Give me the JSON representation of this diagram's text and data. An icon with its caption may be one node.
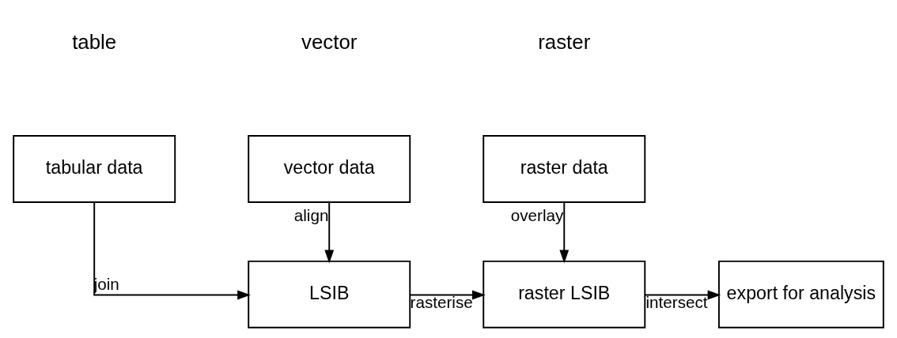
{
  "diagram": {
    "nodes": [
      {
        "text": [
          "tabular data"
        ]
      },
      {
        "text": [
          "vector data"
        ]
      },
      {
        "text": [
          "raster data"
        ]
      },
      {
        "text": [
          "export for analysis"
        ]
      },
      {
        "text": [
          "LSIB"
        ]
      },
      {
        "text": [
          "raster LSIB"
        ]
      }
    ],
    "edges": [
      {
        "from": 0,
        "to": 4,
        "arrow": "to",
        "label": "join"
      },
      {
        "from": 1,
        "to": 4,
        "arrow": "to",
        "label": "align"
      },
      {
        "from": 2,
        "to": 5,
        "arrow": "to",
        "label": "overlay"
      },
      {
        "from": 4,
        "to": 5,
        "arrow": "to",
        "label": "rasterise"
      },
      {
        "from": 5,
        "to": 3,
        "arrow": "to",
        "label": "intersect"
      }
    ],
    "labels": [
      "table",
      "vector",
      "raster"
    ]
  }
}
